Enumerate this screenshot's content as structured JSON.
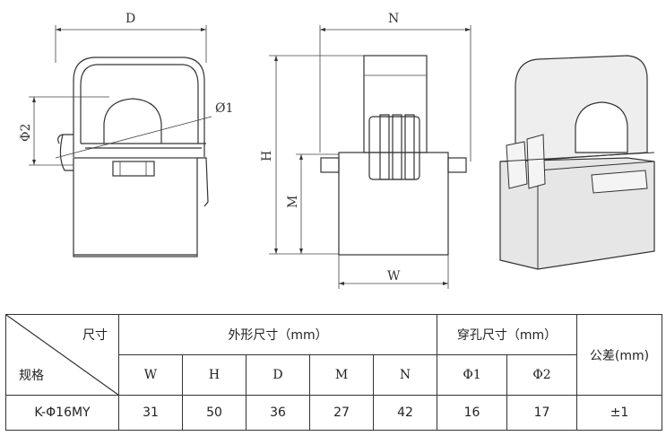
{
  "dims": {
    "D": "D",
    "N": "N",
    "H": "H",
    "M": "M",
    "W": "W",
    "phi1": "Ø1",
    "phi2": "Φ2"
  },
  "table": {
    "corner_top": "尺寸",
    "corner_bottom": "规格",
    "outer_group": "外形尺寸（mm）",
    "hole_group": "穿孔尺寸（mm）",
    "tolerance_header": "公差(mm)",
    "columns": [
      "W",
      "H",
      "D",
      "M",
      "N",
      "Φ1",
      "Φ2"
    ],
    "row": {
      "model": "K-Φ16MY",
      "values": [
        "31",
        "50",
        "36",
        "27",
        "42",
        "16",
        "17"
      ],
      "tolerance": "±1"
    }
  }
}
